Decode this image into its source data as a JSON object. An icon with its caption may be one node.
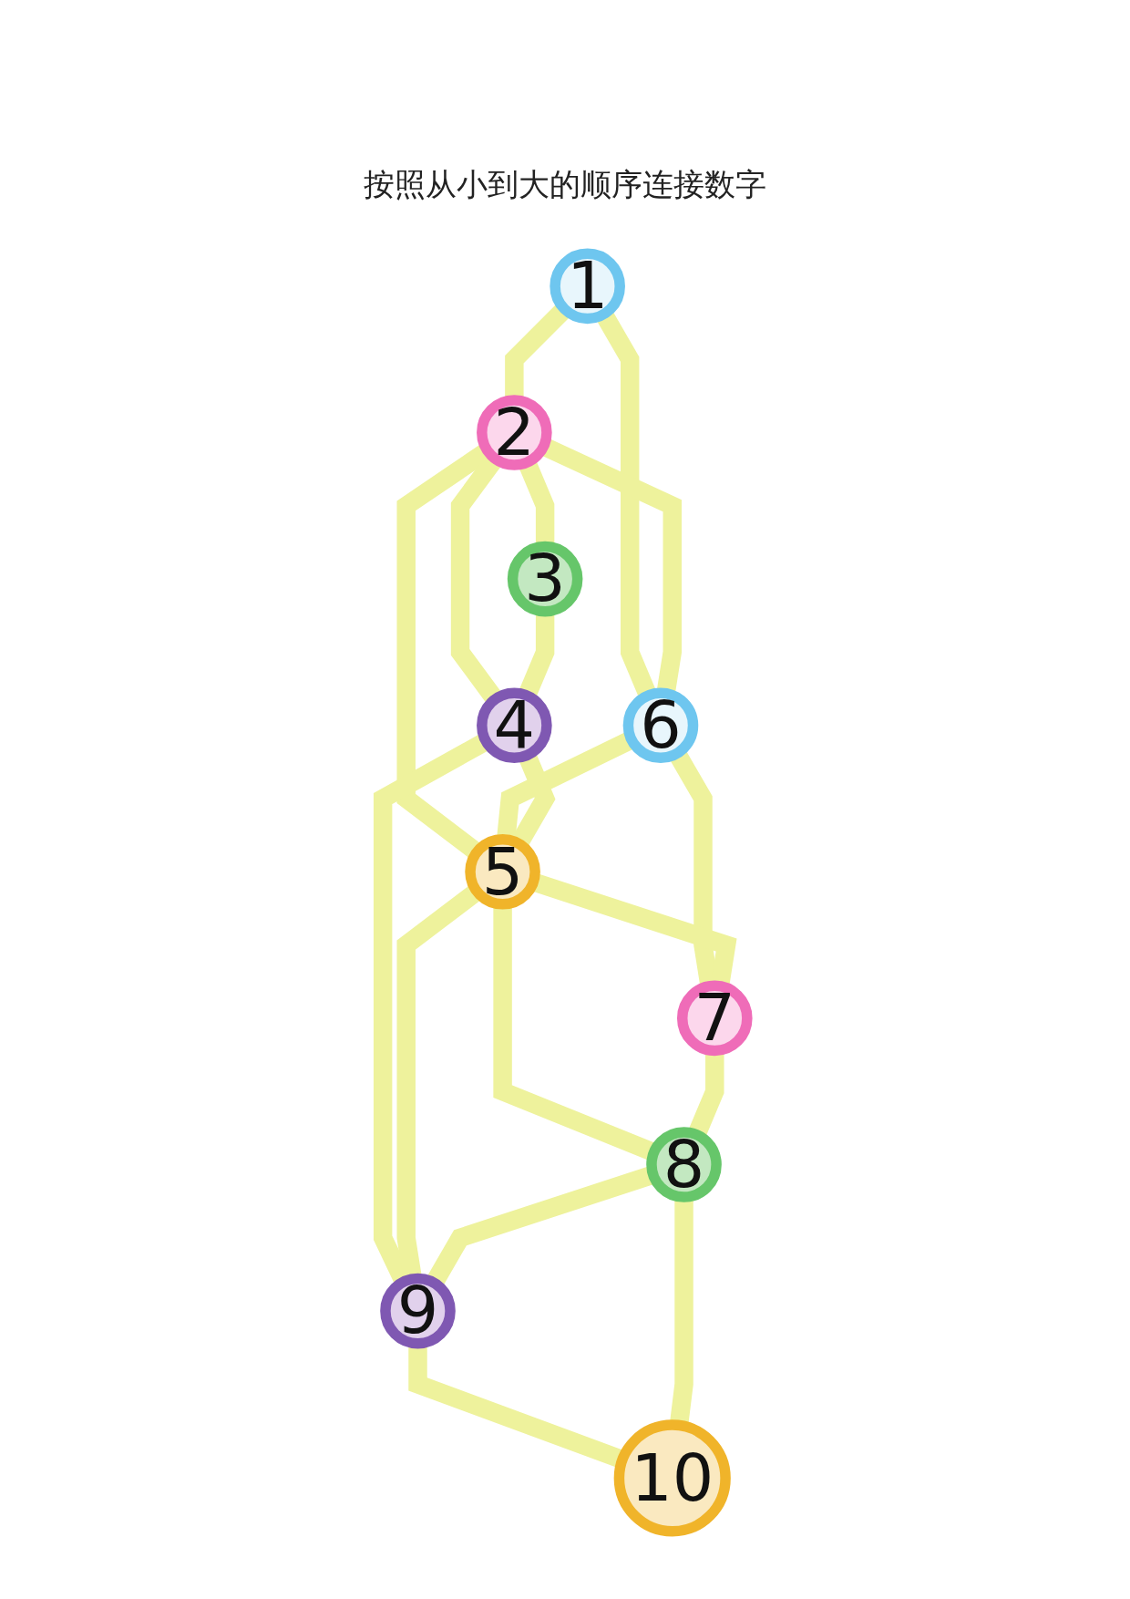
{
  "diagram": {
    "title": "按照从小到大的顺序连接数字",
    "nodes": [
      {
        "text": [
          "1"
        ]
      },
      {
        "text": [
          "2"
        ]
      },
      {
        "text": [
          "3"
        ]
      },
      {
        "text": [
          "4"
        ]
      },
      {
        "text": [
          "5"
        ]
      },
      {
        "text": [
          "6"
        ]
      },
      {
        "text": [
          "7"
        ]
      },
      {
        "text": [
          "8"
        ]
      },
      {
        "text": [
          "9"
        ]
      },
      {
        "text": [
          "10"
        ]
      }
    ],
    "edges": [
      {
        "from": 0,
        "to": 1,
        "arrow": "none"
      },
      {
        "from": 0,
        "to": 5,
        "arrow": "none"
      },
      {
        "from": 1,
        "to": 2,
        "arrow": "none"
      },
      {
        "from": 1,
        "to": 5,
        "arrow": "none"
      },
      {
        "from": 1,
        "to": 4,
        "arrow": "none"
      },
      {
        "from": 1,
        "to": 3,
        "arrow": "none"
      },
      {
        "from": 2,
        "to": 3,
        "arrow": "none"
      },
      {
        "from": 5,
        "to": 4,
        "arrow": "none"
      },
      {
        "from": 5,
        "to": 6,
        "arrow": "none"
      },
      {
        "from": 3,
        "to": 4,
        "arrow": "none"
      },
      {
        "from": 3,
        "to": 8,
        "arrow": "none"
      },
      {
        "from": 4,
        "to": 8,
        "arrow": "none"
      },
      {
        "from": 4,
        "to": 6,
        "arrow": "none"
      },
      {
        "from": 4,
        "to": 7,
        "arrow": "none"
      },
      {
        "from": 6,
        "to": 7,
        "arrow": "none"
      },
      {
        "from": 7,
        "to": 8,
        "arrow": "none"
      },
      {
        "from": 8,
        "to": 9,
        "arrow": "none"
      },
      {
        "from": 7,
        "to": 9,
        "arrow": "none"
      }
    ]
  }
}
